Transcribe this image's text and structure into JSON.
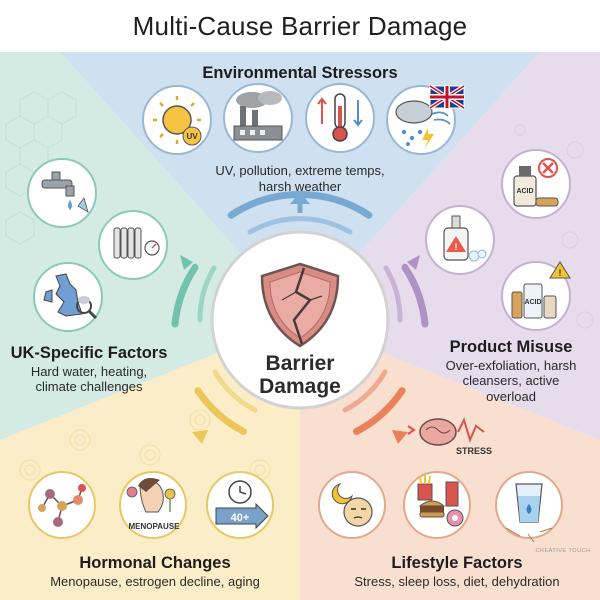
{
  "title": "Multi-Cause Barrier Damage",
  "center": {
    "line1": "Barrier",
    "line2": "Damage"
  },
  "segments": {
    "environmental": {
      "heading": "Environmental Stressors",
      "description_line1": "UV, pollution, extreme temps,",
      "description_line2": "harsh weather",
      "icons": [
        "sun-uv-icon",
        "factory-pollution-icon",
        "thermometer-icon",
        "storm-weather-icon",
        "uk-flag-icon"
      ],
      "uv_label": "UV"
    },
    "product_misuse": {
      "heading": "Product Misuse",
      "description_line1": "Over-exfoliation, harsh",
      "description_line2": "cleansers, active",
      "description_line3": "overload",
      "icons": [
        "acid-scrub-icon",
        "cleanser-warning-icon",
        "active-overload-icon"
      ],
      "acid_label": "ACID"
    },
    "lifestyle": {
      "heading": "Lifestyle Factors",
      "description": "Stress, sleep loss, diet, dehydration",
      "stress_label": "STRESS",
      "icons": [
        "brain-stress-icon",
        "sleep-moon-icon",
        "junk-food-icon",
        "water-glass-icon"
      ]
    },
    "hormonal": {
      "heading": "Hormonal Changes",
      "description": "Menopause, estrogen decline, aging",
      "menopause_label": "MENOPAUSE",
      "age_label": "40+",
      "icons": [
        "molecule-icon",
        "menopause-face-icon",
        "clock-age-icon"
      ]
    },
    "uk_specific": {
      "heading": "UK-Specific Factors",
      "description_line1": "Hard water, heating,",
      "description_line2": "climate challenges",
      "icons": [
        "hard-water-tap-icon",
        "radiator-icon",
        "uk-map-icon"
      ]
    }
  },
  "colors": {
    "environmental_bg": "#cfe0f1",
    "product_bg": "#e6dcec",
    "lifestyle_bg": "#f9dfcf",
    "hormonal_bg": "#fbedc7",
    "uk_bg": "#d3ebe3",
    "ring_blue": "#78a9d3",
    "ring_purple": "#b091c6",
    "ring_orange": "#e9825a",
    "ring_yellow": "#ebc659",
    "ring_teal": "#72c2ae"
  },
  "watermark": "CREATIVE TOUCH"
}
